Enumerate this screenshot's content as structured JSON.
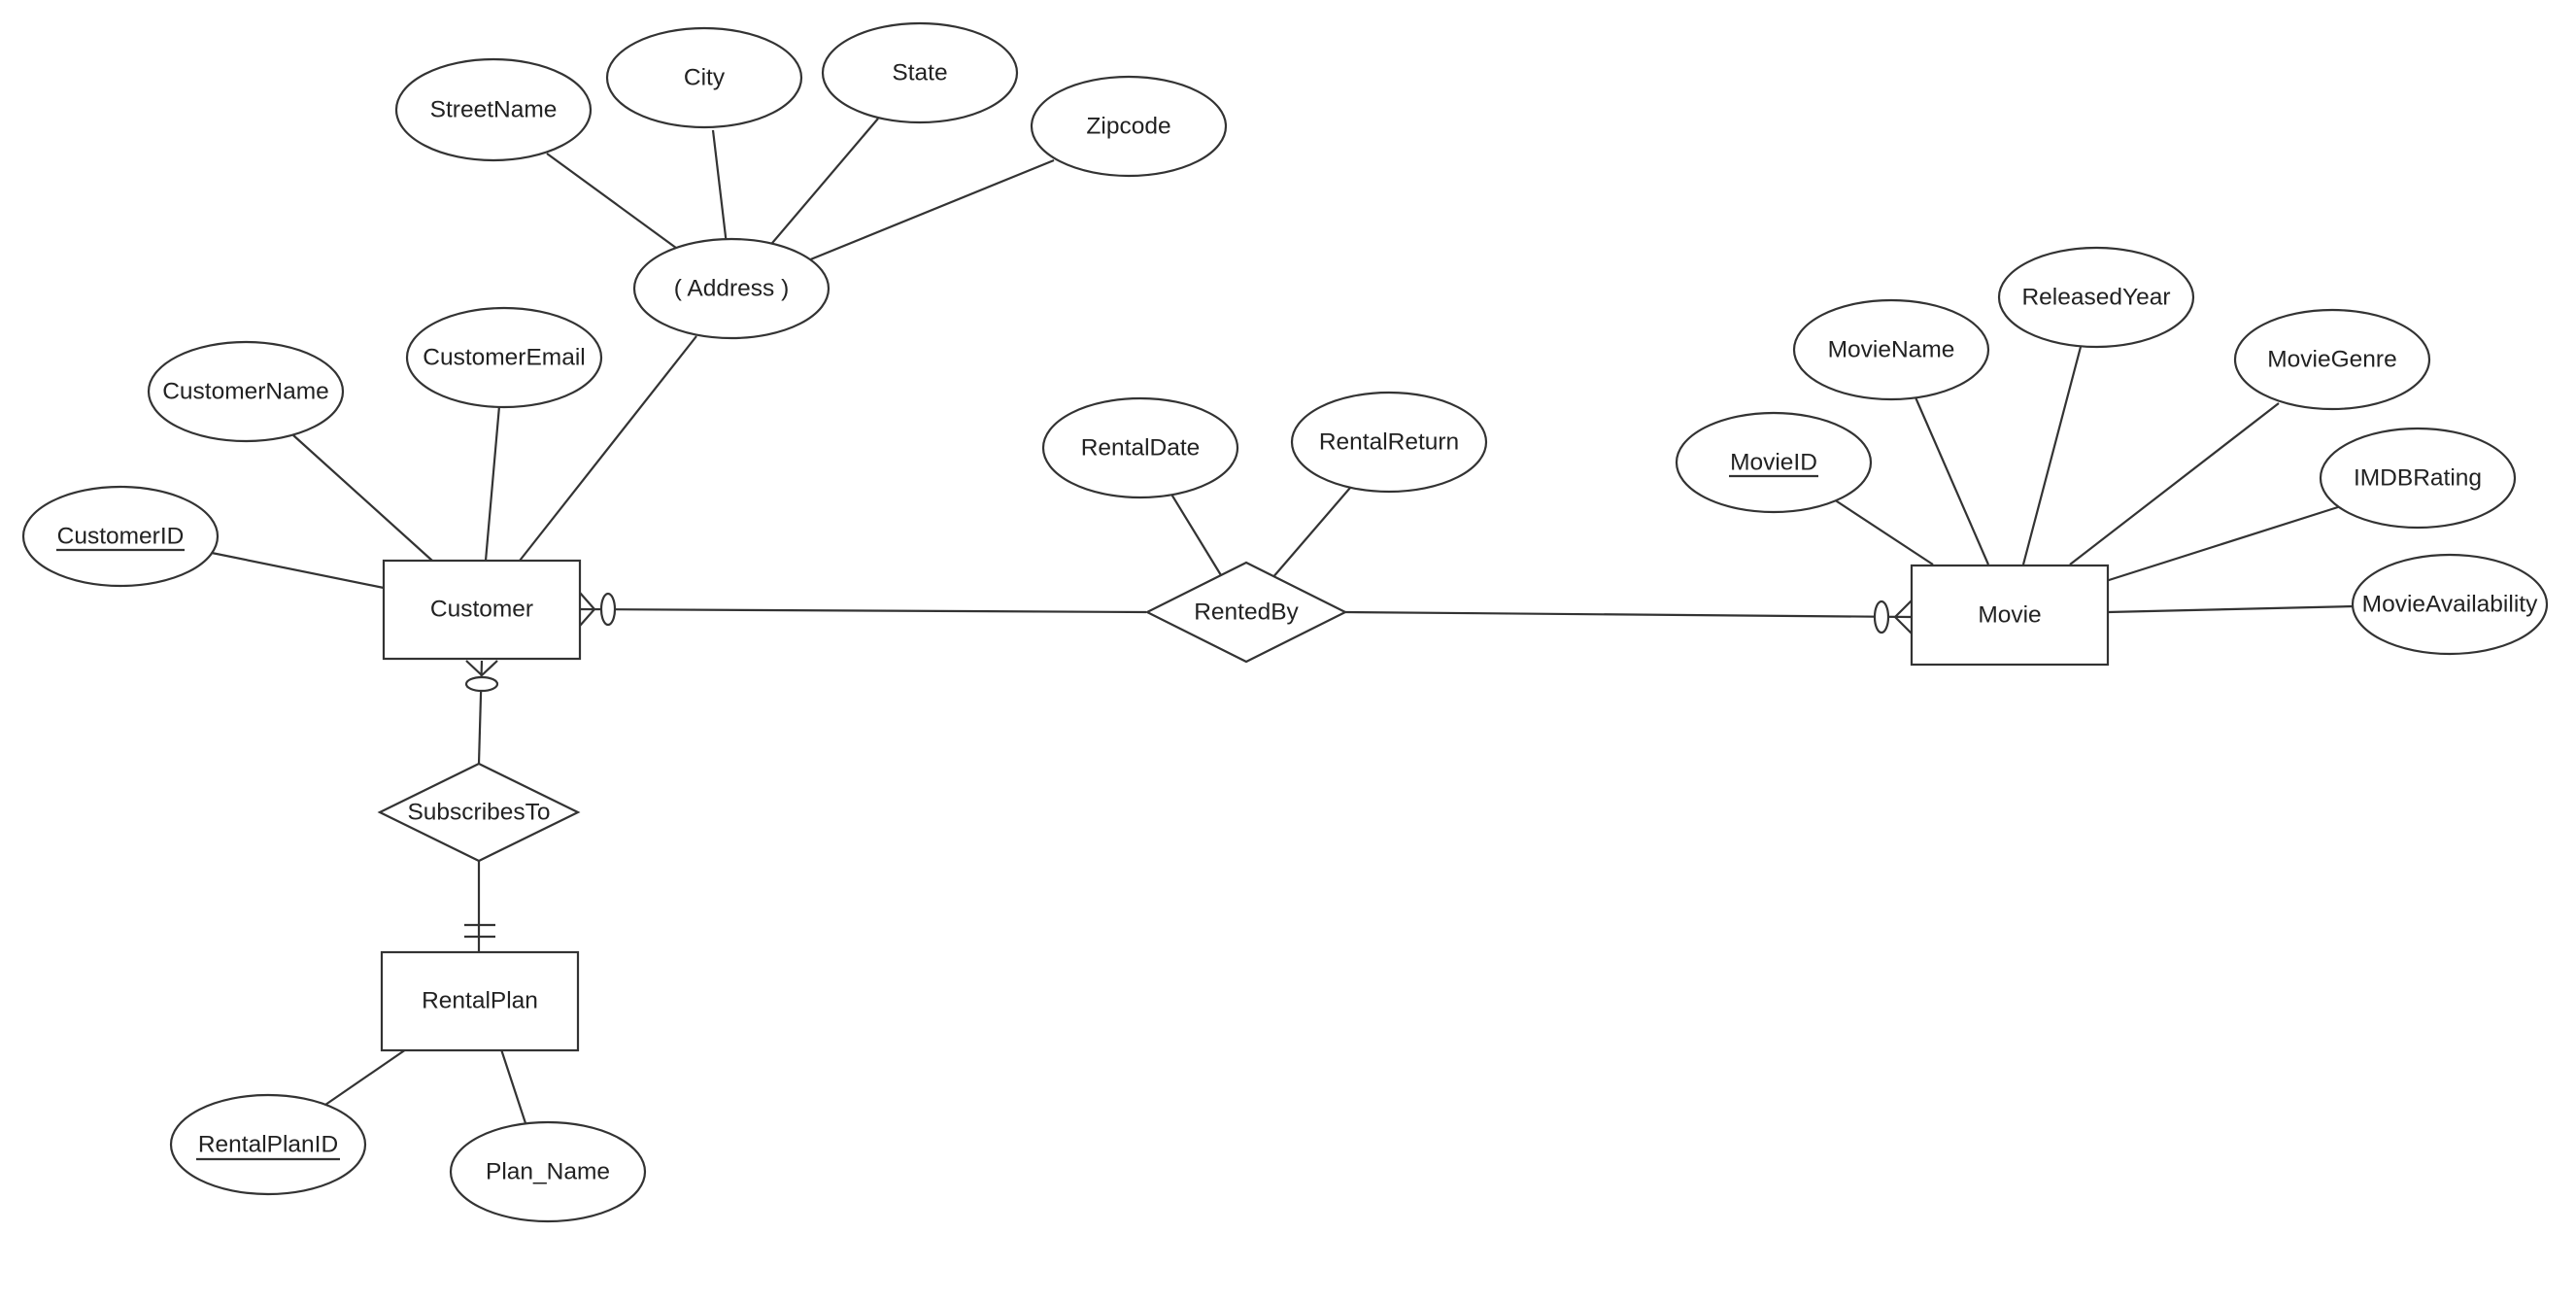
{
  "entities": {
    "customer": "Customer",
    "movie": "Movie",
    "rental_plan": "RentalPlan"
  },
  "relationships": {
    "rented_by": "RentedBy",
    "subscribes_to": "SubscribesTo"
  },
  "attributes": {
    "street_name": "StreetName",
    "city": "City",
    "state": "State",
    "zipcode": "Zipcode",
    "address": "( Address )",
    "customer_name": "CustomerName",
    "customer_email": "CustomerEmail",
    "customer_id": "CustomerID",
    "rental_date": "RentalDate",
    "rental_return": "RentalReturn",
    "movie_name": "MovieName",
    "released_year": "ReleasedYear",
    "movie_genre": "MovieGenre",
    "movie_id": "MovieID",
    "imdb_rating": "IMDBRating",
    "movie_availability": "MovieAvailability",
    "rental_plan_id": "RentalPlanID",
    "plan_name": "Plan_Name"
  },
  "key_attributes": [
    "CustomerID",
    "MovieID",
    "RentalPlanID"
  ],
  "cardinality": {
    "customer_rentedby": "zero-or-many",
    "movie_rentedby": "zero-or-many",
    "customer_subscribesto": "zero-or-many",
    "rentalplan_subscribesto": "exactly-one"
  }
}
